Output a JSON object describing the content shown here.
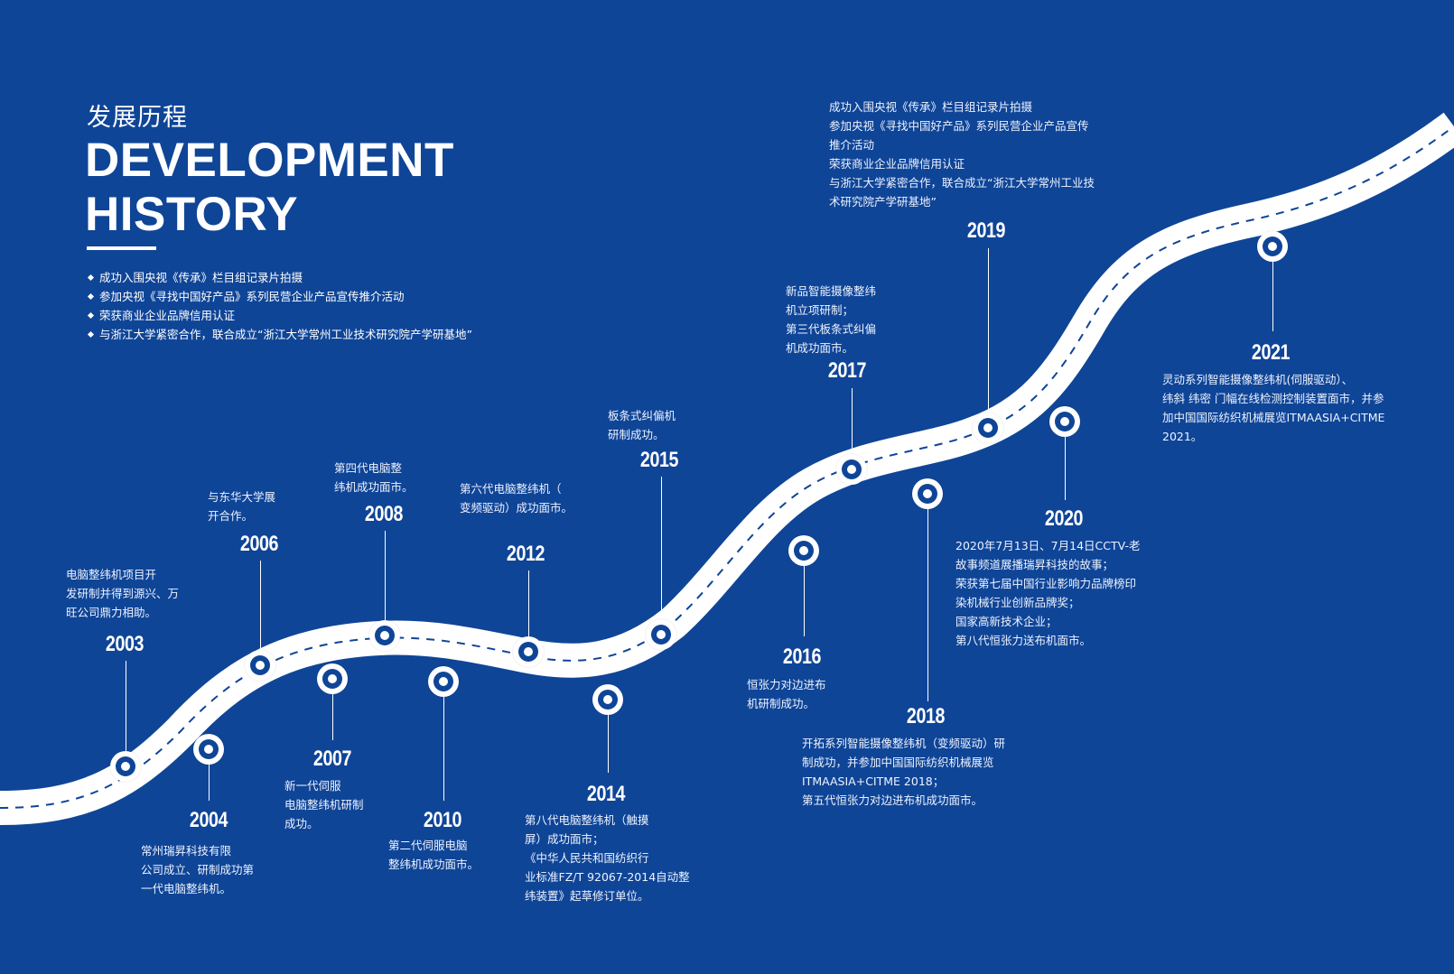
{
  "title_cn": "发展历程",
  "title_en_line1": "DEVELOPMENT",
  "title_en_line2": "HISTORY",
  "intro_items": [
    "成功入围央视《传承》栏目组记录片拍摄",
    "参加央视《寻找中国好产品》系列民营企业产品宣传推介活动",
    "荣获商业企业品牌信用认证",
    "与浙江大学紧密合作，联合成立“浙江大学常州工业技术研究院产学研基地”"
  ],
  "colors": {
    "background": "#0f4597",
    "road": "#ffffff",
    "road_dash": "#0f4597"
  },
  "milestones": [
    {
      "year": "2003",
      "text": "电脑整纬机项目开\n发研制并得到源兴、万\n旺公司鼎力相助。"
    },
    {
      "year": "2004",
      "text": "常州瑞昇科技有限\n公司成立、研制成功第\n一代电脑整纬机。"
    },
    {
      "year": "2006",
      "text": "与东华大学展\n开合作。"
    },
    {
      "year": "2007",
      "text": "新一代伺服\n电脑整纬机研制\n成功。"
    },
    {
      "year": "2008",
      "text": "第四代电脑整\n纬机成功面市。"
    },
    {
      "year": "2010",
      "text": "第二代伺服电脑\n整纬机成功面市。"
    },
    {
      "year": "2012",
      "text": "第六代电脑整纬机（\n变频驱动）成功面市。"
    },
    {
      "year": "2014",
      "text": "第八代电脑整纬机（触摸\n屏）成功面市；\n《中华人民共和国纺织行\n业标准FZ/T 92067-2014自动整\n纬装置》起草修订单位。"
    },
    {
      "year": "2015",
      "text": "板条式纠偏机\n研制成功。"
    },
    {
      "year": "2016",
      "text": "恒张力对边进布\n机研制成功。"
    },
    {
      "year": "2017",
      "text": "新品智能摄像整纬\n机立项研制；\n第三代板条式纠偏\n机成功面市。"
    },
    {
      "year": "2018",
      "text": "开拓系列智能摄像整纬机（变频驱动）研\n制成功，并参加中国国际纺织机械展览\nITMAASIA+CITME 2018；\n第五代恒张力对边进布机成功面市。"
    },
    {
      "year": "2019",
      "text": "成功入围央视《传承》栏目组记录片拍摄\n参加央视《寻找中国好产品》系列民营企业产品宣传\n推介活动\n荣获商业企业品牌信用认证\n与浙江大学紧密合作，联合成立“浙江大学常州工业技\n术研究院产学研基地”"
    },
    {
      "year": "2020",
      "text": "2020年7月13日、7月14日CCTV-老\n故事频道展播瑞昇科技的故事；\n荣获第七届中国行业影响力品牌榜印\n染机械行业创新品牌奖；\n国家高新技术企业；\n第八代恒张力送布机面市。"
    },
    {
      "year": "2021",
      "text": "灵动系列智能摄像整纬机(伺服驱动）、\n纬斜 纬密 门幅在线检测控制装置面市，并参\n加中国国际纺织机械展览ITMAASIA+CITME\n2021。"
    }
  ]
}
